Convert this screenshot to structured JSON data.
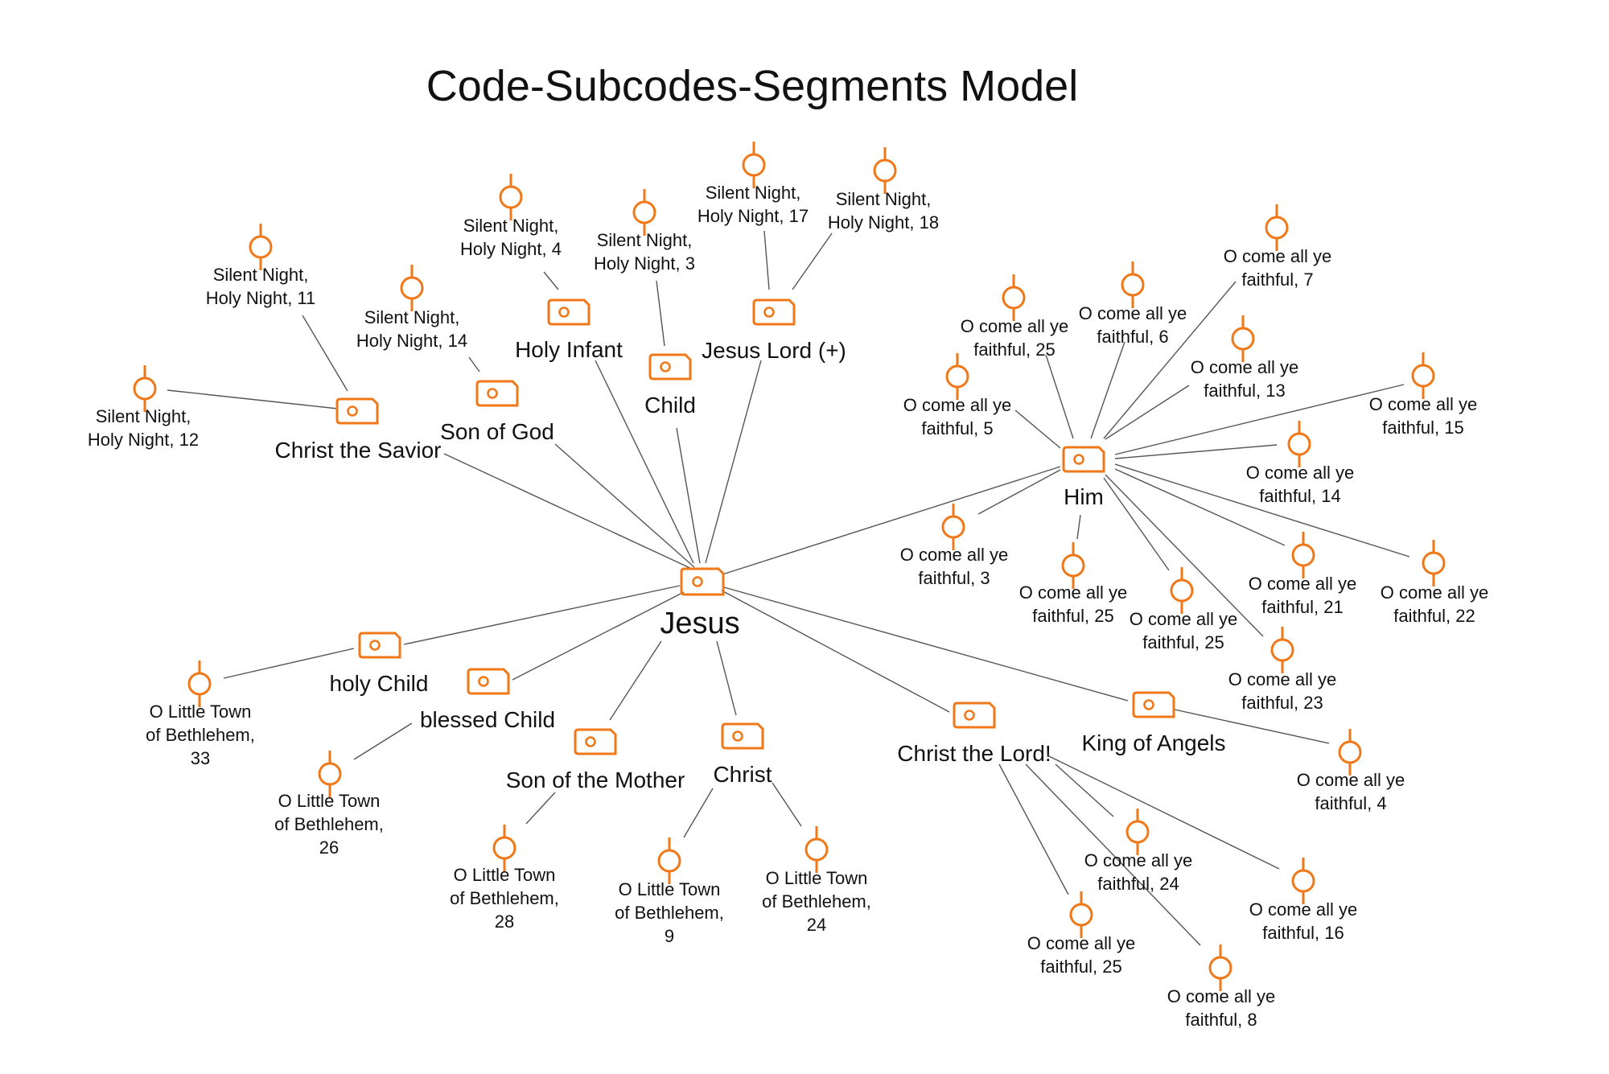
{
  "title": "Code-Subcodes-Segments Model",
  "colors": {
    "icon": "#f07818",
    "edge": "#555555",
    "text": "#111111"
  },
  "icons": {
    "code": "code-tag-icon",
    "segment": "segment-pin-icon"
  },
  "root": {
    "id": "jesus",
    "label": "Jesus"
  },
  "codes": [
    {
      "id": "christ-the-savior",
      "label": "Christ the Savior"
    },
    {
      "id": "son-of-god",
      "label": "Son of God"
    },
    {
      "id": "holy-infant",
      "label": "Holy Infant"
    },
    {
      "id": "child",
      "label": "Child"
    },
    {
      "id": "jesus-lord",
      "label": "Jesus Lord (+)"
    },
    {
      "id": "him",
      "label": "Him"
    },
    {
      "id": "holy-child",
      "label": "holy Child"
    },
    {
      "id": "blessed-child",
      "label": "blessed Child"
    },
    {
      "id": "son-of-the-mother",
      "label": "Son of the Mother"
    },
    {
      "id": "christ",
      "label": "Christ"
    },
    {
      "id": "christ-the-lord",
      "label": "Christ the Lord!"
    },
    {
      "id": "king-of-angels",
      "label": "King of Angels"
    }
  ],
  "segments": [
    {
      "parent": "christ-the-savior",
      "lines": [
        "Silent Night,",
        "Holy Night, 12"
      ]
    },
    {
      "parent": "christ-the-savior",
      "lines": [
        "Silent Night,",
        "Holy Night, 11"
      ]
    },
    {
      "parent": "son-of-god",
      "lines": [
        "Silent Night,",
        "Holy Night, 14"
      ]
    },
    {
      "parent": "holy-infant",
      "lines": [
        "Silent Night,",
        "Holy Night, 4"
      ]
    },
    {
      "parent": "child",
      "lines": [
        "Silent Night,",
        "Holy Night, 3"
      ]
    },
    {
      "parent": "jesus-lord",
      "lines": [
        "Silent Night,",
        "Holy Night, 17"
      ]
    },
    {
      "parent": "jesus-lord",
      "lines": [
        "Silent Night,",
        "Holy Night, 18"
      ]
    },
    {
      "parent": "him",
      "lines": [
        "O come all ye",
        "faithful, 25"
      ]
    },
    {
      "parent": "him",
      "lines": [
        "O come all ye",
        "faithful, 6"
      ]
    },
    {
      "parent": "him",
      "lines": [
        "O come all ye",
        "faithful, 7"
      ]
    },
    {
      "parent": "him",
      "lines": [
        "O come all ye",
        "faithful, 13"
      ]
    },
    {
      "parent": "him",
      "lines": [
        "O come all ye",
        "faithful, 5"
      ]
    },
    {
      "parent": "him",
      "lines": [
        "O come all ye",
        "faithful, 15"
      ]
    },
    {
      "parent": "him",
      "lines": [
        "O come all ye",
        "faithful, 14"
      ]
    },
    {
      "parent": "him",
      "lines": [
        "O come all ye",
        "faithful, 3"
      ]
    },
    {
      "parent": "him",
      "lines": [
        "O come all ye",
        "faithful, 25"
      ]
    },
    {
      "parent": "him",
      "lines": [
        "O come all ye",
        "faithful, 25"
      ]
    },
    {
      "parent": "him",
      "lines": [
        "O come all ye",
        "faithful, 21"
      ]
    },
    {
      "parent": "him",
      "lines": [
        "O come all ye",
        "faithful, 22"
      ]
    },
    {
      "parent": "him",
      "lines": [
        "O come all ye",
        "faithful, 23"
      ]
    },
    {
      "parent": "holy-child",
      "lines": [
        "O Little Town",
        "of Bethlehem,",
        "33"
      ]
    },
    {
      "parent": "blessed-child",
      "lines": [
        "O Little Town",
        "of Bethlehem,",
        "26"
      ]
    },
    {
      "parent": "son-of-the-mother",
      "lines": [
        "O Little Town",
        "of Bethlehem,",
        "28"
      ]
    },
    {
      "parent": "christ",
      "lines": [
        "O Little Town",
        "of Bethlehem,",
        "9"
      ]
    },
    {
      "parent": "christ",
      "lines": [
        "O Little Town",
        "of Bethlehem,",
        "24"
      ]
    },
    {
      "parent": "christ-the-lord",
      "lines": [
        "O come all ye",
        "faithful, 24"
      ]
    },
    {
      "parent": "christ-the-lord",
      "lines": [
        "O come all ye",
        "faithful, 25"
      ]
    },
    {
      "parent": "christ-the-lord",
      "lines": [
        "O come all ye",
        "faithful, 8"
      ]
    },
    {
      "parent": "christ-the-lord",
      "lines": [
        "O come all ye",
        "faithful, 16"
      ]
    },
    {
      "parent": "king-of-angels",
      "lines": [
        "O come all ye",
        "faithful, 4"
      ]
    }
  ]
}
